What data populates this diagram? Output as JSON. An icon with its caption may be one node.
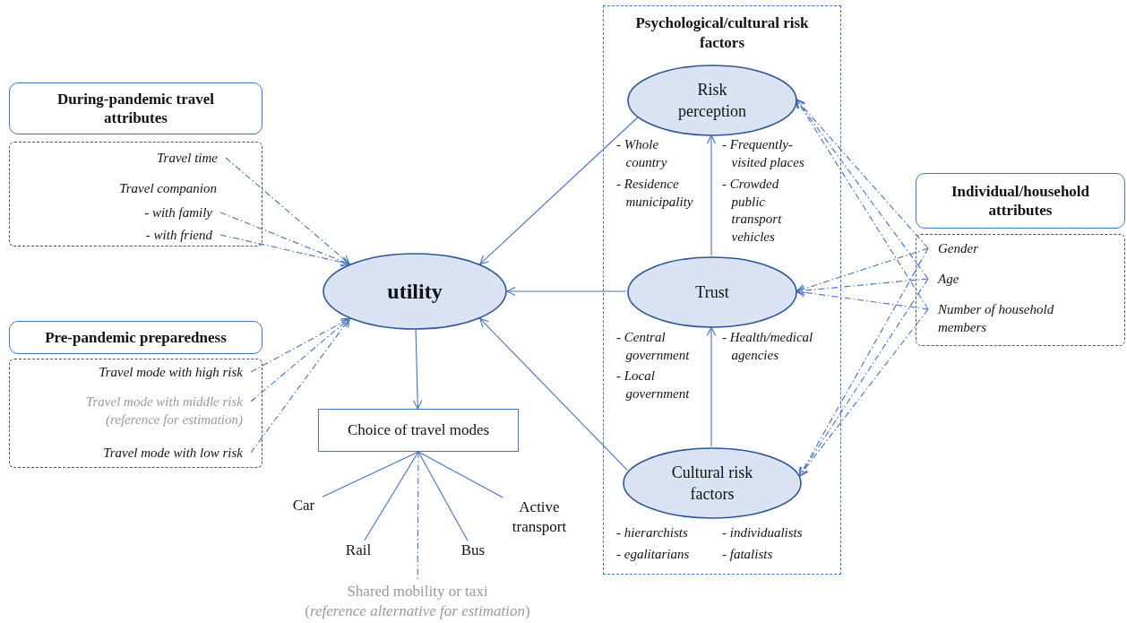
{
  "diagram": {
    "nodes": [
      {
        "text": [
          "During-pandemic travel attributes"
        ]
      },
      {
        "text": [],
        "shape": "box"
      },
      {
        "text": [
          "Travel time"
        ],
        "in": 1
      },
      {
        "text": [
          "- with family"
        ],
        "in": 1
      },
      {
        "text": [
          "- with friend"
        ],
        "in": 1
      },
      {
        "text": [
          "Pre-pandemic preparedness"
        ]
      },
      {
        "text": [],
        "shape": "box"
      },
      {
        "text": [
          "Travel mode with high risk"
        ],
        "in": 6
      },
      {
        "text": [
          "Travel mode with middle risk (reference for estimation)"
        ],
        "in": 6
      },
      {
        "text": [
          "Travel mode with low risk"
        ],
        "in": 6
      },
      {
        "text": [
          "utility"
        ]
      },
      {
        "text": [
          "Choice of travel modes"
        ]
      },
      {
        "text": [
          "Car"
        ]
      },
      {
        "text": [
          "Rail"
        ]
      },
      {
        "text": [
          "Bus"
        ]
      },
      {
        "text": [
          "Active transport"
        ]
      },
      {
        "text": [
          "Shared mobility or taxi (*reference alternative for estimation*)"
        ]
      },
      {
        "text": [
          "Psychological/cultural risk factors"
        ]
      },
      {
        "text": [
          "Risk perception"
        ],
        "in": 17
      },
      {
        "text": [
          "Trust"
        ],
        "in": 17
      },
      {
        "text": [
          "Cultural risk factors"
        ],
        "in": 17
      },
      {
        "text": [
          "Individual/household attributes"
        ]
      },
      {
        "text": [],
        "shape": "box"
      },
      {
        "text": [
          "Gender"
        ],
        "in": 22
      },
      {
        "text": [
          "Age"
        ],
        "in": 22
      },
      {
        "text": [
          "Number of household members"
        ],
        "in": 22
      }
    ],
    "edges": [
      {
        "from": 2,
        "to": 10,
        "arrow": "to",
        "style": "dashed"
      },
      {
        "from": 3,
        "to": 10,
        "arrow": "to",
        "style": "dashed"
      },
      {
        "from": 4,
        "to": 10,
        "arrow": "to",
        "style": "dashed"
      },
      {
        "from": 7,
        "to": 10,
        "arrow": "to",
        "style": "dashed"
      },
      {
        "from": 8,
        "to": 10,
        "arrow": "to",
        "style": "dashed"
      },
      {
        "from": 9,
        "to": 10,
        "arrow": "to",
        "style": "dashed"
      },
      {
        "from": 10,
        "to": 11,
        "arrow": "to"
      },
      {
        "from": 11,
        "to": 12,
        "arrow": "none"
      },
      {
        "from": 11,
        "to": 13,
        "arrow": "none"
      },
      {
        "from": 11,
        "to": 14,
        "arrow": "none"
      },
      {
        "from": 11,
        "to": 15,
        "arrow": "none"
      },
      {
        "from": 11,
        "to": 16,
        "arrow": "none",
        "style": "dashed"
      },
      {
        "from": 18,
        "to": 10,
        "arrow": "to"
      },
      {
        "from": 19,
        "to": 10,
        "arrow": "to"
      },
      {
        "from": 20,
        "to": 10,
        "arrow": "to"
      },
      {
        "from": 19,
        "to": 18,
        "arrow": "to"
      },
      {
        "from": 20,
        "to": 19,
        "arrow": "to"
      },
      {
        "from": 23,
        "to": 18,
        "arrow": "to",
        "style": "dashed"
      },
      {
        "from": 23,
        "to": 19,
        "arrow": "to",
        "style": "dashed"
      },
      {
        "from": 23,
        "to": 20,
        "arrow": "to",
        "style": "dashed"
      },
      {
        "from": 24,
        "to": 18,
        "arrow": "to",
        "style": "dashed"
      },
      {
        "from": 24,
        "to": 19,
        "arrow": "to",
        "style": "dashed"
      },
      {
        "from": 24,
        "to": 20,
        "arrow": "to",
        "style": "dashed"
      },
      {
        "from": 25,
        "to": 18,
        "arrow": "to",
        "style": "dashed"
      },
      {
        "from": 25,
        "to": 19,
        "arrow": "to",
        "style": "dashed"
      },
      {
        "from": 25,
        "to": 20,
        "arrow": "to",
        "style": "dashed"
      }
    ],
    "labels": [
      "Travel companion",
      "- Whole country",
      "- Residence municipality",
      "- Frequently-visited places",
      "- Crowded public transport vehicles",
      "- Central government",
      "- Local government",
      "- Health/medical agencies",
      "- hierarchists",
      "- egalitarians",
      "- individualists",
      "- fatalists"
    ]
  }
}
